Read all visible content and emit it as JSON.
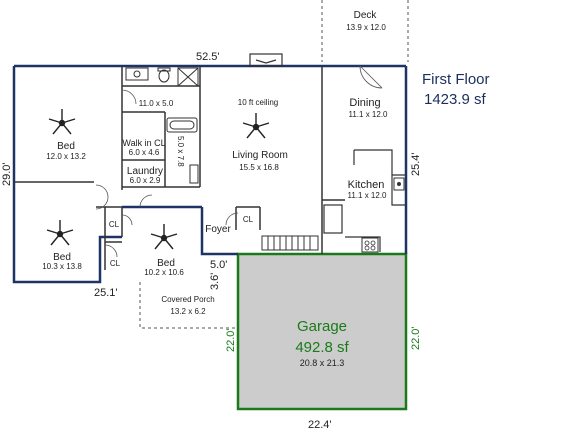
{
  "colors": {
    "wall": "#1f3366",
    "garage_wall": "#1a7a1a",
    "garage_fill": "#cccccc",
    "title_text": "#1b2f5e",
    "garage_text": "#1a7a1a"
  },
  "title": {
    "line1": "First Floor",
    "line2": "1423.9 sf"
  },
  "dimensions": {
    "top_width": "52.5'",
    "left_height": "29.0'",
    "right_height": "25.4'",
    "bottom_left_width": "25.1'",
    "porch_width": "5.0'",
    "porch_depth": "3.6'",
    "garage_left": "22.0'",
    "garage_right": "22.0'",
    "garage_bottom": "22.4'"
  },
  "rooms": {
    "deck": {
      "name": "Deck",
      "size": "13.9 x 12.0"
    },
    "bed_main": {
      "name": "Bed",
      "size": "12.0 x 13.2"
    },
    "bath": {
      "size": "11.0 x 5.0"
    },
    "walk_in": {
      "name": "Walk in CL",
      "size": "6.0 x 4.6"
    },
    "laundry": {
      "name": "Laundry",
      "size": "6.0 x 2.9"
    },
    "closet_small": {
      "size": "5.0 x 7.8"
    },
    "living": {
      "note": "10 ft ceiling",
      "name": "Living Room",
      "size": "15.5 x 16.8"
    },
    "dining": {
      "name": "Dining",
      "size": "11.1 x 12.0"
    },
    "kitchen": {
      "name": "Kitchen",
      "size": "11.1 x 12.0"
    },
    "bed2": {
      "name": "Bed",
      "size": "10.3 x 13.8"
    },
    "bed3": {
      "name": "Bed",
      "size": "10.2 x 10.6"
    },
    "foyer": {
      "name": "Foyer"
    },
    "closet_label": "CL",
    "porch": {
      "name": "Covered Porch",
      "size": "13.2 x 6.2"
    },
    "garage": {
      "name": "Garage",
      "area": "492.8 sf",
      "size": "20.8 x 21.3"
    }
  },
  "icons": [
    "ceiling-fan-icon",
    "toilet-icon",
    "sink-icon",
    "shower-icon",
    "bathtub-icon",
    "range-icon",
    "door-swing-icon",
    "stairs-icon"
  ]
}
